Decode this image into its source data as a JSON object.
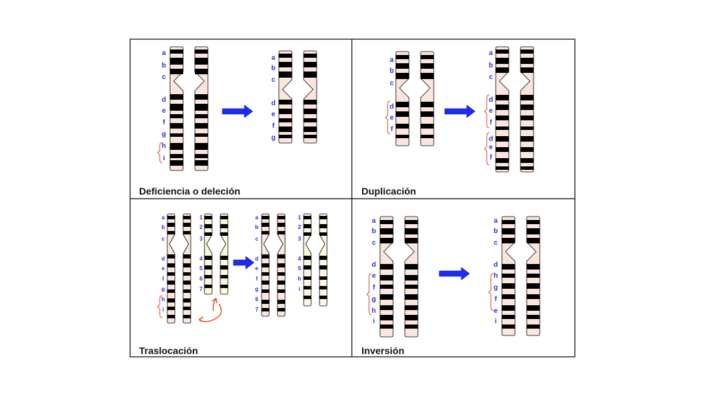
{
  "titles": {
    "deletion": "Deficiencia o deleción",
    "duplication": "Duplicación",
    "translocation": "Traslocación",
    "inversion": "Inversión"
  },
  "colors": {
    "chromosome_fill": "#fbe6de",
    "chromosome_fill_alt": "#fbf8dc",
    "band": "#000000",
    "label": "#2a2ad8",
    "bracket": "#d84a18",
    "arrow": "#1c2cf0",
    "grid": "#000000"
  },
  "panels": {
    "deletion": {
      "before_labels": [
        "a",
        "b",
        "c",
        "d",
        "e",
        "f",
        "g",
        "h",
        "i"
      ],
      "after_labels": [
        "a",
        "b",
        "c",
        "d",
        "e",
        "f",
        "g"
      ]
    },
    "duplication": {
      "before_labels": [
        "a",
        "b",
        "c",
        "d",
        "e",
        "f"
      ],
      "after_labels": [
        "a",
        "b",
        "c",
        "d",
        "e",
        "f",
        "d",
        "e",
        "f"
      ]
    },
    "translocation": {
      "letters_before": [
        "a",
        "b",
        "c",
        "d",
        "e",
        "f",
        "g",
        "h",
        "i"
      ],
      "numbers_before": [
        "1",
        "2",
        "3",
        "4",
        "5",
        "6",
        "7"
      ],
      "letters_after": [
        "a",
        "b",
        "c",
        "d",
        "e",
        "f",
        "g",
        "6",
        "7"
      ],
      "numbers_after": [
        "1",
        "2",
        "3",
        "4",
        "5",
        "h",
        "i"
      ]
    },
    "inversion": {
      "before_labels": [
        "a",
        "b",
        "c",
        "d",
        "e",
        "f",
        "g",
        "h",
        "i"
      ],
      "after_labels": [
        "a",
        "b",
        "c",
        "d",
        "h",
        "g",
        "f",
        "e",
        "i"
      ]
    }
  }
}
